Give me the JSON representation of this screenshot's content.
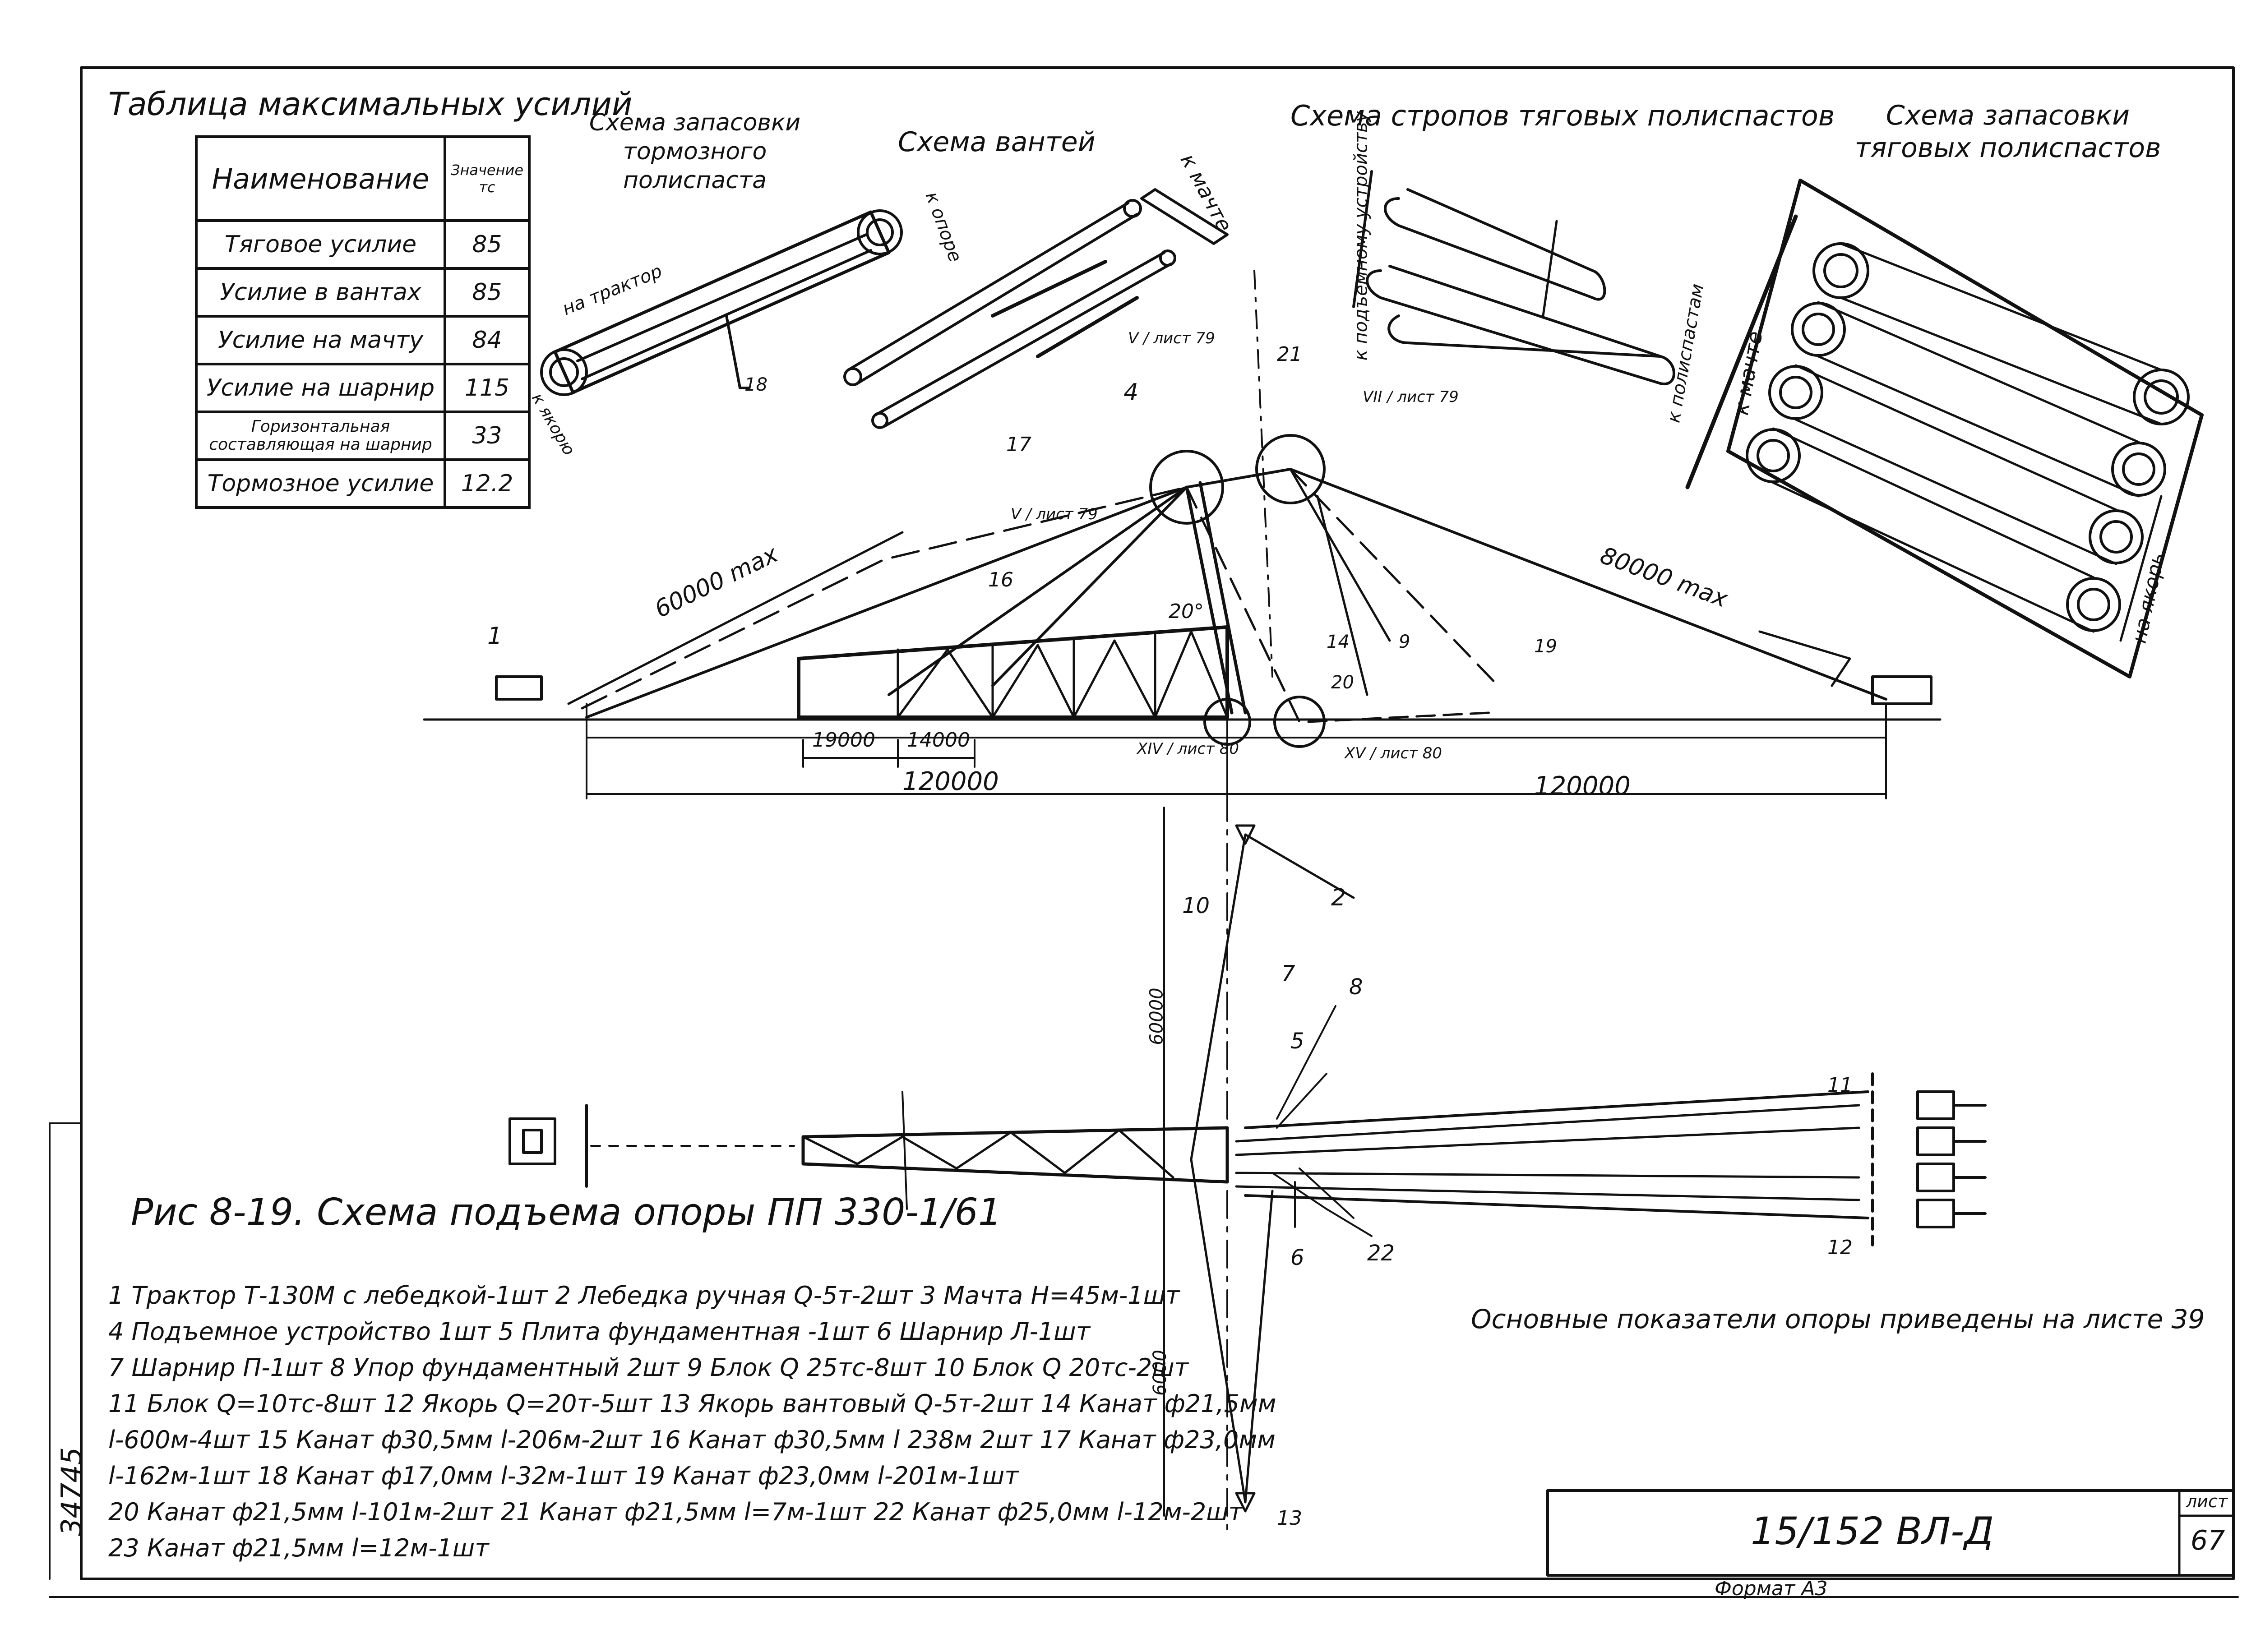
{
  "table": {
    "title": "Таблица максимальных усилий",
    "col_name": "Наименование",
    "col_value": "Значение тс",
    "rows": [
      {
        "name": "Тяговое усилие",
        "value": "85"
      },
      {
        "name": "Усилие в вантах",
        "value": "85"
      },
      {
        "name": "Усилие на мачту",
        "value": "84"
      },
      {
        "name": "Усилие на шарнир",
        "value": "115"
      },
      {
        "name": "Горизонтальная составляющая на шарнир",
        "value": "33"
      },
      {
        "name": "Тормозное усилие",
        "value": "12.2"
      }
    ]
  },
  "schemes": {
    "brake": "Схема запасовки тормозного полиспаста",
    "guys": "Схема вантей",
    "slings": "Схема стропов тяговых полиспастов",
    "reeving": "Схема запасовки тяговых полиспастов"
  },
  "labels": {
    "to_tractor": "на трактор",
    "to_anchor": "к якорю",
    "to_support": "к опоре",
    "to_mast": "к мачте",
    "to_lifting_device": "к подъемному устройству",
    "to_polyspast": "к полиспастам",
    "to_mast2": "к мачте",
    "to_anchor2": "на якорь",
    "sheet_v": "V / лист 79",
    "sheet_v2": "V / лист 79",
    "sheet_vii": "VII / лист 79",
    "sheet_xiv": "XIV / лист 80",
    "sheet_xv": "XV / лист 80",
    "dim_60000max": "60000 max",
    "dim_80000max": "80000 max",
    "dim_120000_left": "120000",
    "dim_120000_right": "120000",
    "dim_19000": "19000",
    "dim_14000": "14000",
    "dim_60000_plan": "60000",
    "dim_6000_plan": "6000",
    "angle_20": "20°",
    "item_numbers": [
      "1",
      "2",
      "4",
      "10",
      "11",
      "12",
      "13",
      "14",
      "16",
      "17",
      "18",
      "19",
      "20",
      "21",
      "22",
      "5",
      "6",
      "7",
      "8",
      "9"
    ]
  },
  "caption": "Рис 8-19. Схема подъема опоры ПП 330-1/61",
  "note": "Основные показатели опоры приведены на листе 39",
  "notes": [
    "1 Трактор Т-130М с лебедкой-1шт 2 Лебедка ручная Q-5т-2шт 3 Мачта H=45м-1шт",
    "4 Подъемное устройство 1шт 5 Плита фундаментная -1шт 6 Шарнир Л-1шт",
    "7 Шарнир П-1шт 8 Упор фундаментный 2шт 9 Блок Q 25тс-8шт 10 Блок Q 20тс-2шт",
    "11 Блок Q=10тс-8шт 12 Якорь Q=20т-5шт 13 Якорь вантовый Q-5т-2шт 14 Канат ф21,5мм",
    "l-600м-4шт 15 Канат ф30,5мм l-206м-2шт 16 Канат ф30,5мм l 238м 2шт 17 Канат ф23,0мм",
    "l-162м-1шт 18 Канат ф17,0мм l-32м-1шт 19 Канат ф23,0мм l-201м-1шт",
    "20 Канат ф21,5мм l-101м-2шт 21 Канат ф21,5мм l=7м-1шт 22 Канат ф25,0мм l-12м-2шт",
    "23 Канат ф21,5мм l=12м-1шт"
  ],
  "side_number": "34745",
  "stamp": {
    "code": "15/152 ВЛ-Д",
    "sheet_label": "лист",
    "sheet_no": "67"
  },
  "format": "Формат А3"
}
